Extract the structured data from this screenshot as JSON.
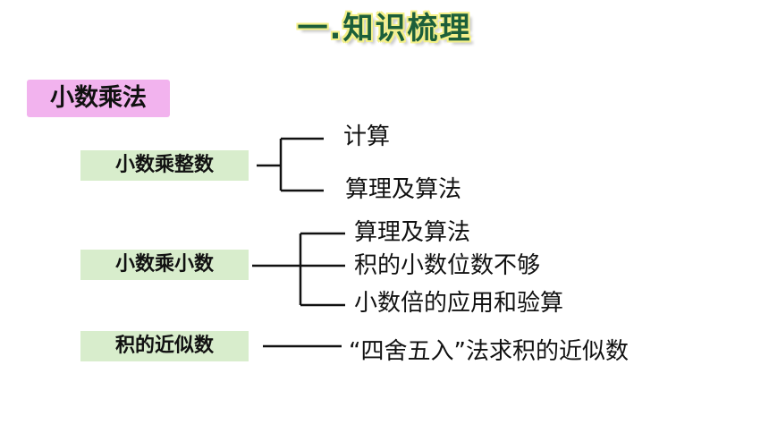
{
  "title": "一.知识梳理",
  "main_topic": "小数乘法",
  "branches": [
    {
      "label": "小数乘整数",
      "items": [
        "计算",
        "算理及算法"
      ]
    },
    {
      "label": "小数乘小数",
      "items": [
        "算理及算法",
        "积的小数位数不够",
        "小数倍的应用和验算"
      ]
    },
    {
      "label": "积的近似数",
      "items": [
        "“四舍五入”法求积的近似数"
      ]
    }
  ],
  "colors": {
    "title_fill": "#1c5f3a",
    "title_outline": "#f4f08a",
    "main_topic_bg": "#f2b3ee",
    "topic_bg": "#d8edcc",
    "line": "#111111"
  }
}
